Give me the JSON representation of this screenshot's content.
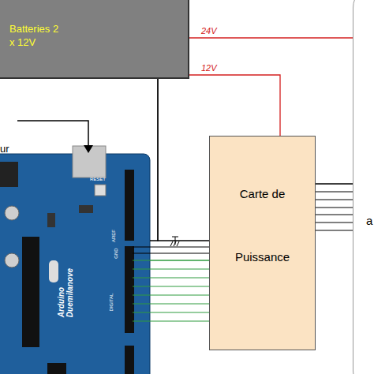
{
  "diagram": {
    "nodes": [
      {
        "text": [
          "Batteries 2 x 12V"
        ]
      },
      {
        "text": [
          "Arduino Duemilanove"
        ]
      },
      {
        "text": [
          "Carte de Puissance"
        ]
      },
      {
        "text": [
          "a"
        ]
      }
    ],
    "edges": [
      {
        "from": 0,
        "to": 3,
        "arrow": "none",
        "label": "24V"
      },
      {
        "from": 0,
        "to": 2,
        "arrow": "none",
        "label": "12V"
      },
      {
        "from": 0,
        "to": 2,
        "arrow": "none"
      },
      {
        "from": 0,
        "to": 1,
        "arrow": "none"
      },
      {
        "from": 1,
        "to": 2,
        "arrow": "none"
      },
      {
        "from": 2,
        "to": 3,
        "arrow": "none"
      }
    ],
    "labels": [
      "ur",
      "RESET",
      "AREF",
      "GND",
      "DIGITAL"
    ]
  }
}
